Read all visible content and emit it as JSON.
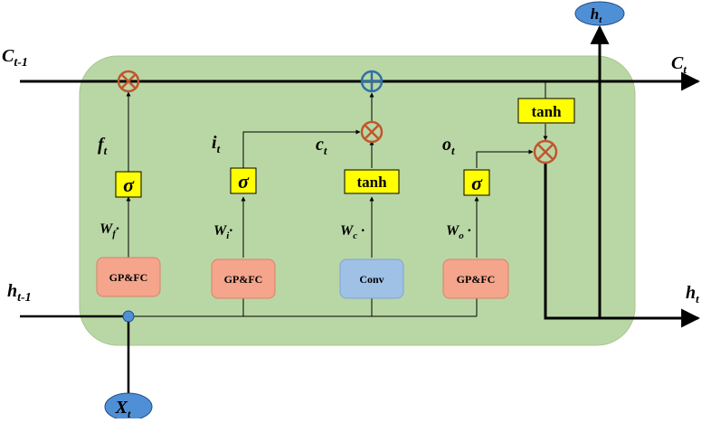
{
  "diagram": {
    "colors": {
      "cell_fill": "#b9d7a5",
      "cell_stroke": "#a6c48f",
      "gate_fill": "#ffff00",
      "gpfc_fill": "#f4a58c",
      "conv_fill": "#9fc1e6",
      "operator_color": "#c0562d",
      "add_color": "#2e6fa8",
      "node_fill": "#4f8fd6",
      "line": "#000000"
    },
    "inputs": {
      "c_prev": {
        "base": "C",
        "sub": "t-1"
      },
      "h_prev": {
        "base": "h",
        "sub": "t-1"
      },
      "x": {
        "base": "X",
        "sub": "t"
      }
    },
    "outputs": {
      "c_next": {
        "base": "C",
        "sub": "t"
      },
      "h_right": {
        "base": "h",
        "sub": "t"
      },
      "h_top": {
        "base": "h",
        "sub": "t"
      }
    },
    "gates": {
      "forget": {
        "label": {
          "base": "f",
          "sub": "t"
        },
        "weight": {
          "base": "W",
          "sub": "f",
          "suffix": "·"
        },
        "activation": "σ",
        "transform": "GP&FC"
      },
      "input": {
        "label": {
          "base": "i",
          "sub": "t"
        },
        "weight": {
          "base": "W",
          "sub": "i",
          "suffix": "·"
        },
        "activation": "σ",
        "transform": "GP&FC"
      },
      "candidate": {
        "label": {
          "base": "c",
          "sub": "t"
        },
        "weight": {
          "base": "W",
          "sub": "c",
          "suffix": " ·"
        },
        "activation": "tanh",
        "transform": "Conv"
      },
      "output": {
        "label": {
          "base": "o",
          "sub": "t"
        },
        "weight": {
          "base": "W",
          "sub": "o",
          "suffix": " ·"
        },
        "activation": "σ",
        "transform": "GP&FC"
      }
    },
    "output_activation": "tanh"
  }
}
